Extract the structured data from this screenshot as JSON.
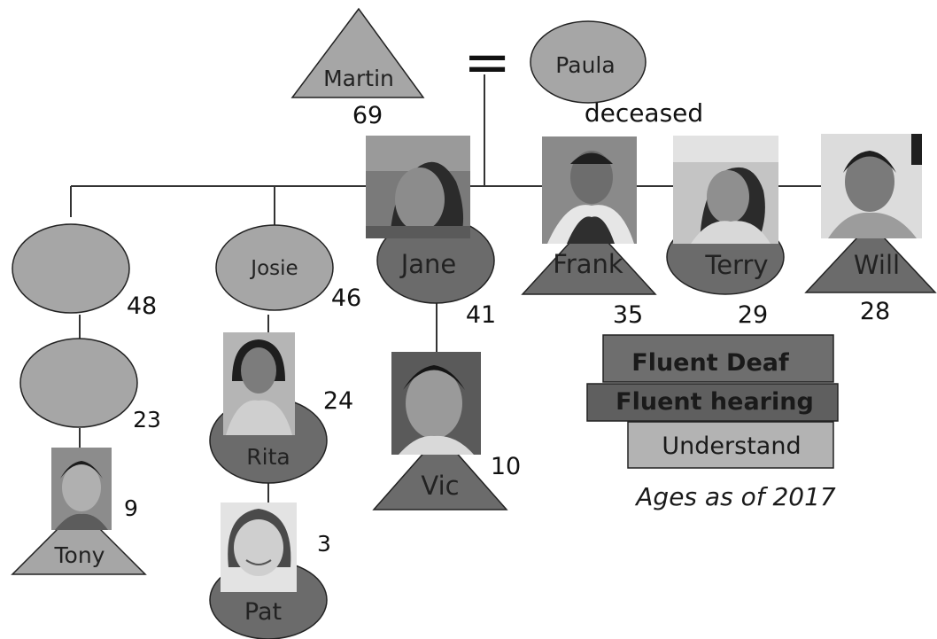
{
  "colors": {
    "light_fill": "#a6a6a6",
    "dark_fill": "#6b6b6b",
    "outline": "#222222",
    "line": "#333333",
    "fluent_deaf_fill": "#6e6e6e",
    "fluent_hearing_fill": "#5f5f5f",
    "understand_fill": "#b3b3b3"
  },
  "equals_sign": "=",
  "people": {
    "martin": {
      "name": "Martin",
      "age": "69",
      "shape": "triangle",
      "status": "understand"
    },
    "paula": {
      "name": "Paula",
      "note": "deceased",
      "shape": "circle",
      "status": "understand"
    },
    "sibling1": {
      "name": "",
      "age": "48",
      "shape": "circle",
      "status": "understand"
    },
    "josie": {
      "name": "Josie",
      "age": "46",
      "shape": "circle",
      "status": "understand"
    },
    "jane": {
      "name": "Jane",
      "age": "41",
      "shape": "circle",
      "status": "fluent-deaf",
      "photo": true
    },
    "frank": {
      "name": "Frank",
      "age": "35",
      "shape": "triangle",
      "status": "fluent-hearing",
      "photo": true
    },
    "terry": {
      "name": "Terry",
      "age": "29",
      "shape": "circle",
      "status": "fluent-hearing",
      "photo": true
    },
    "will": {
      "name": "Will",
      "age": "28",
      "shape": "triangle",
      "status": "fluent-hearing",
      "photo": true
    },
    "niece": {
      "name": "",
      "age": "23",
      "shape": "circle",
      "status": "understand"
    },
    "rita": {
      "name": "Rita",
      "age": "24",
      "shape": "circle",
      "status": "fluent-hearing",
      "photo": true
    },
    "vic": {
      "name": "Vic",
      "age": "10",
      "shape": "triangle",
      "status": "fluent-hearing",
      "photo": true
    },
    "tony": {
      "name": "Tony",
      "age": "9",
      "shape": "triangle",
      "status": "understand",
      "photo": true
    },
    "pat": {
      "name": "Pat",
      "age": "3",
      "shape": "circle",
      "status": "fluent-hearing",
      "photo": true
    }
  },
  "legend": {
    "fluent_deaf": "Fluent Deaf",
    "fluent_hearing": "Fluent hearing",
    "understand": "Understand"
  },
  "caption": "Ages as of 2017"
}
